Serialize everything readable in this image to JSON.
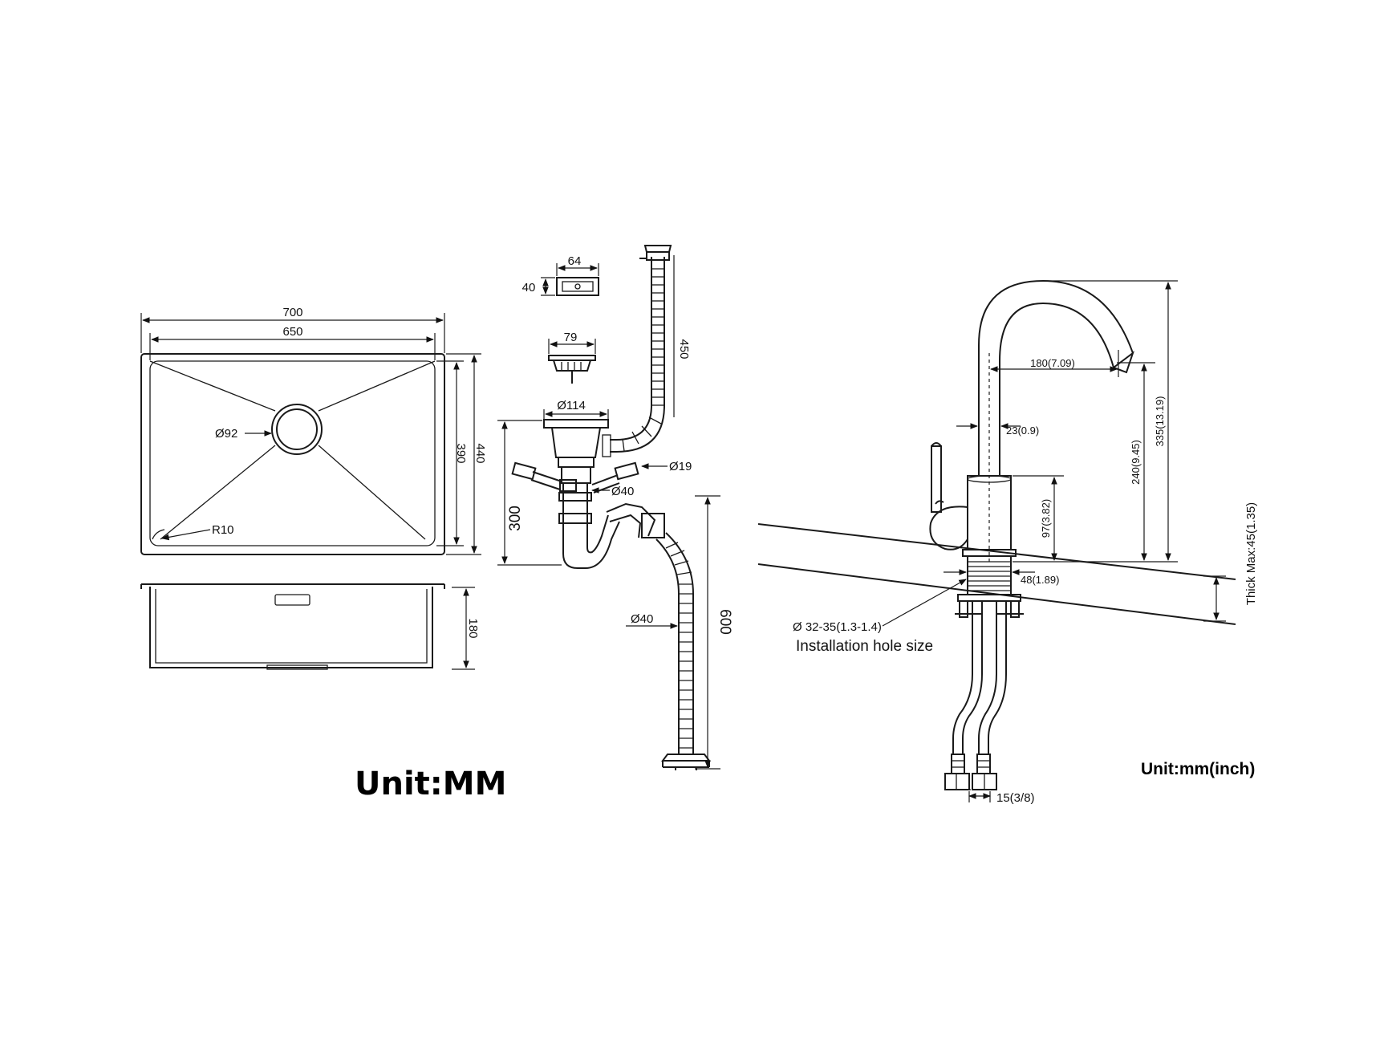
{
  "sink": {
    "outer_width": "700",
    "inner_width": "650",
    "drain_dia": "Ø92",
    "corner_radius": "R10",
    "inner_depth": "390",
    "outer_depth": "440",
    "bowl_height": "180"
  },
  "drain": {
    "overflow_w": "64",
    "overflow_h": "40",
    "strainer_dia": "79",
    "hose_len": "450",
    "flange_dia": "Ø114",
    "side_dia": "Ø19",
    "pipe_dia": "Ø40",
    "drop_height": "300",
    "hose_dia": "Ø40",
    "hose_len_total": "600"
  },
  "faucet": {
    "reach": "180(7.09)",
    "spout_dia": "23(0.9)",
    "spout_height": "240(9.45)",
    "total_height": "335(13.19)",
    "body_height": "97(3.82)",
    "base_dia": "48(1.89)",
    "thick_max": "Thick Max:45(1.35)",
    "hole_size": "Ø 32-35(1.3-1.4)",
    "hole_label": "Installation hole size",
    "thread": "15(3/8)"
  },
  "units": {
    "left": "Unit:MM",
    "right": "Unit:mm(inch)"
  }
}
